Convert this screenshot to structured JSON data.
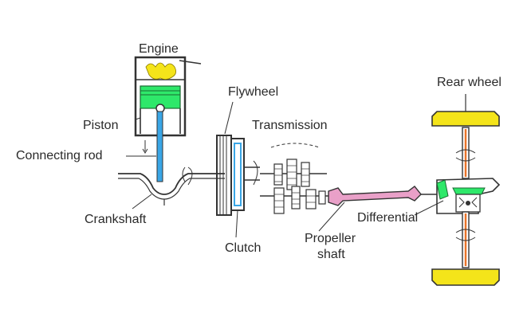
{
  "labels": {
    "engine": "Engine",
    "flywheel": "Flywheel",
    "transmission": "Transmission",
    "piston": "Piston",
    "connecting_rod": "Connecting rod",
    "crankshaft": "Crankshaft",
    "clutch": "Clutch",
    "propeller_line1": "Propeller",
    "propeller_line2": "shaft",
    "differential": "Differential",
    "rear_wheel": "Rear wheel"
  },
  "colors": {
    "stroke": "#333333",
    "yellow": "#f4e41a",
    "green": "#2ee86a",
    "blue": "#3aa6e6",
    "pink": "#e9a0c8",
    "orange": "#e8742a"
  }
}
